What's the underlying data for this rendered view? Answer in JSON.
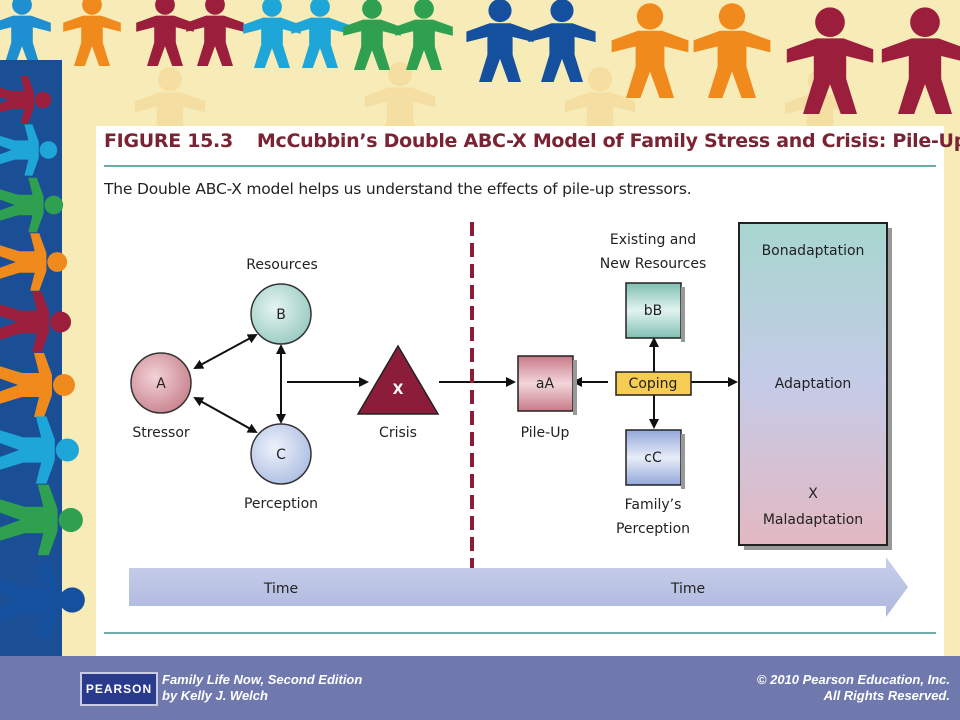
{
  "figure": {
    "number": "FIGURE 15.3",
    "title": "McCubbin’s Double ABC-X Model of Family Stress and Crisis: Pile-Up",
    "caption": "The Double ABC-X model helps us understand the effects of pile-up stressors."
  },
  "diagram": {
    "nodes": {
      "a": {
        "text": "A",
        "label": "Stressor"
      },
      "b": {
        "text": "B",
        "label": "Resources"
      },
      "c": {
        "text": "C",
        "label": "Perception"
      },
      "x": {
        "text": "X",
        "label": "Crisis"
      },
      "aA": {
        "text": "aA",
        "label": "Pile-Up"
      },
      "bB": {
        "text": "bB",
        "label_line1": "Existing and",
        "label_line2": "New Resources"
      },
      "cC": {
        "text": "cC",
        "label_line1": "Family’s",
        "label_line2": "Perception"
      },
      "coping": {
        "text": "Coping"
      }
    },
    "outcomes": {
      "top": "Bonadaptation",
      "middle": "Adaptation",
      "x": "X",
      "bottom": "Maladaptation"
    },
    "time_left": "Time",
    "time_right": "Time"
  },
  "footer": {
    "logo": "PEARSON",
    "book_line1": "Family Life Now, Second Edition",
    "book_line2": "by Kelly J. Welch",
    "copyright_line1": "© 2010 Pearson Education, Inc.",
    "copyright_line2": "All Rights Reserved."
  },
  "colors": {
    "title": "#7a2433",
    "rule": "#6dafa8",
    "node_a": "#cf8e99",
    "node_b": "#a7d3cb",
    "node_c": "#bccbe6",
    "crisis": "#8b1d3b",
    "divider": "#8b1d3b",
    "coping": "#f6cc52",
    "time_arrow": "#bcc5e3"
  }
}
